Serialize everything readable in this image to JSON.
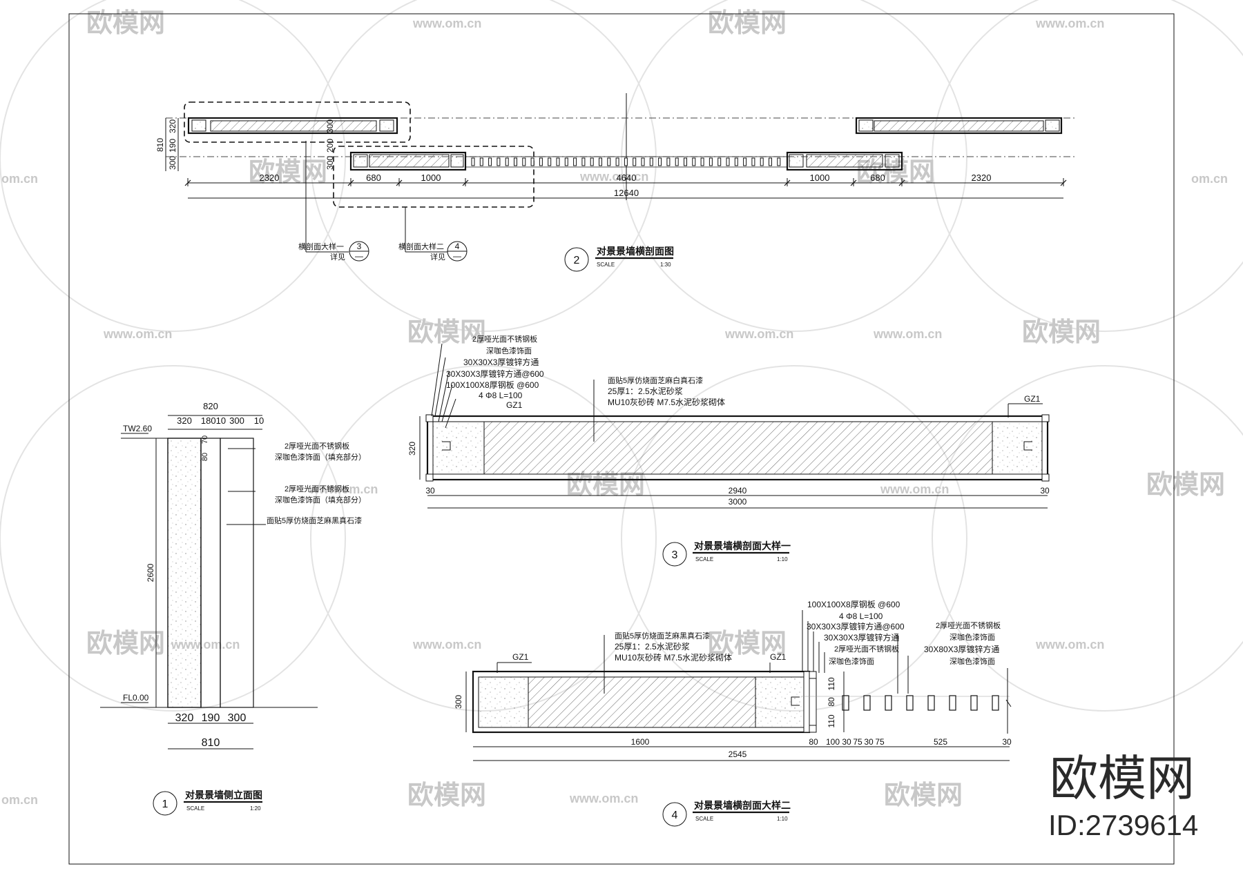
{
  "watermark": {
    "logo_text": "欧模网",
    "url_text": "www.om.cn",
    "url_partial": "om.cn",
    "big_brand": "欧模网",
    "id_label": "ID:2739614"
  },
  "plan": {
    "dims_top": [
      "2320",
      "680",
      "1000",
      "4640",
      "1000",
      "680",
      "2320"
    ],
    "dim_total": "12640",
    "dims_left": [
      "320",
      "190",
      "300"
    ],
    "dim_left_total": "810",
    "dims_inner": [
      "300",
      "200",
      "300"
    ],
    "callout_a": {
      "text": "横剖面大样一",
      "sub": "详见",
      "num": "3"
    },
    "callout_b": {
      "text": "横剖面大样二",
      "sub": "详见",
      "num": "4"
    },
    "title": {
      "num": "2",
      "name": "对景景墙横剖面图",
      "scale_label": "SCALE",
      "scale": "1:30"
    }
  },
  "elevation": {
    "dims_top": [
      "320",
      "18010",
      "300",
      "10"
    ],
    "dim_top_total": "820",
    "dims_bottom": [
      "320",
      "190",
      "300"
    ],
    "dim_bottom_total": "810",
    "height": "2600",
    "top_level": "TW2.60",
    "floor_level": "FL0.00",
    "small_dims": [
      "70",
      "80"
    ],
    "notes": [
      "2厚哑光面不锈钢板",
      "深咖色漆饰面（填充部分）",
      "2厚哑光面不锈钢板",
      "深咖色漆饰面（填充部分）",
      "面贴5厚仿烧面芝麻黑真石漆"
    ],
    "title": {
      "num": "1",
      "name": "对景景墙侧立面图",
      "scale_label": "SCALE",
      "scale": "1:20"
    }
  },
  "detail1": {
    "notes_left": [
      "2厚哑光面不锈钢板",
      "深咖色漆饰面",
      "30X30X3厚镀锌方通",
      "30X30X3厚镀锌方通@600",
      "100X100X8厚钢板 @600",
      "4 Φ8 L=100",
      "GZ1"
    ],
    "notes_mid": [
      "面贴5厚仿烧面芝麻白真石漆",
      "25厚1：2.5水泥砂浆",
      "MU10灰砂砖 M7.5水泥砂浆砌体"
    ],
    "gz_right": "GZ1",
    "height": "320",
    "dims": [
      "30",
      "2940",
      "30"
    ],
    "dim_total": "3000",
    "title": {
      "num": "3",
      "name": "对景景墙横剖面大样一",
      "scale_label": "SCALE",
      "scale": "1:10"
    }
  },
  "detail2": {
    "notes_mid": [
      "面贴5厚仿烧面芝麻黑真石漆",
      "25厚1：2.5水泥砂浆",
      "MU10灰砂砖 M7.5水泥砂浆砌体"
    ],
    "notes_top": [
      "100X100X8厚钢板 @600",
      "4 Φ8 L=100",
      "30X30X3厚镀锌方通@600",
      "30X30X3厚镀锌方通",
      "2厚哑光面不锈钢板",
      "深咖色漆饰面"
    ],
    "notes_right": [
      "2厚哑光面不锈钢板",
      "深咖色漆饰面",
      "30X80X3厚镀锌方通",
      "深咖色漆饰面"
    ],
    "gz_left": "GZ1",
    "gz_mid": "GZ1",
    "height": "300",
    "right_dims": [
      "110",
      "80",
      "110"
    ],
    "dims": [
      "1600",
      "80",
      "100",
      "30",
      "75",
      "30",
      "75",
      "525",
      "30"
    ],
    "dim_total": "2545",
    "title": {
      "num": "4",
      "name": "对景景墙横剖面大样二",
      "scale_label": "SCALE",
      "scale": "1:10"
    }
  }
}
